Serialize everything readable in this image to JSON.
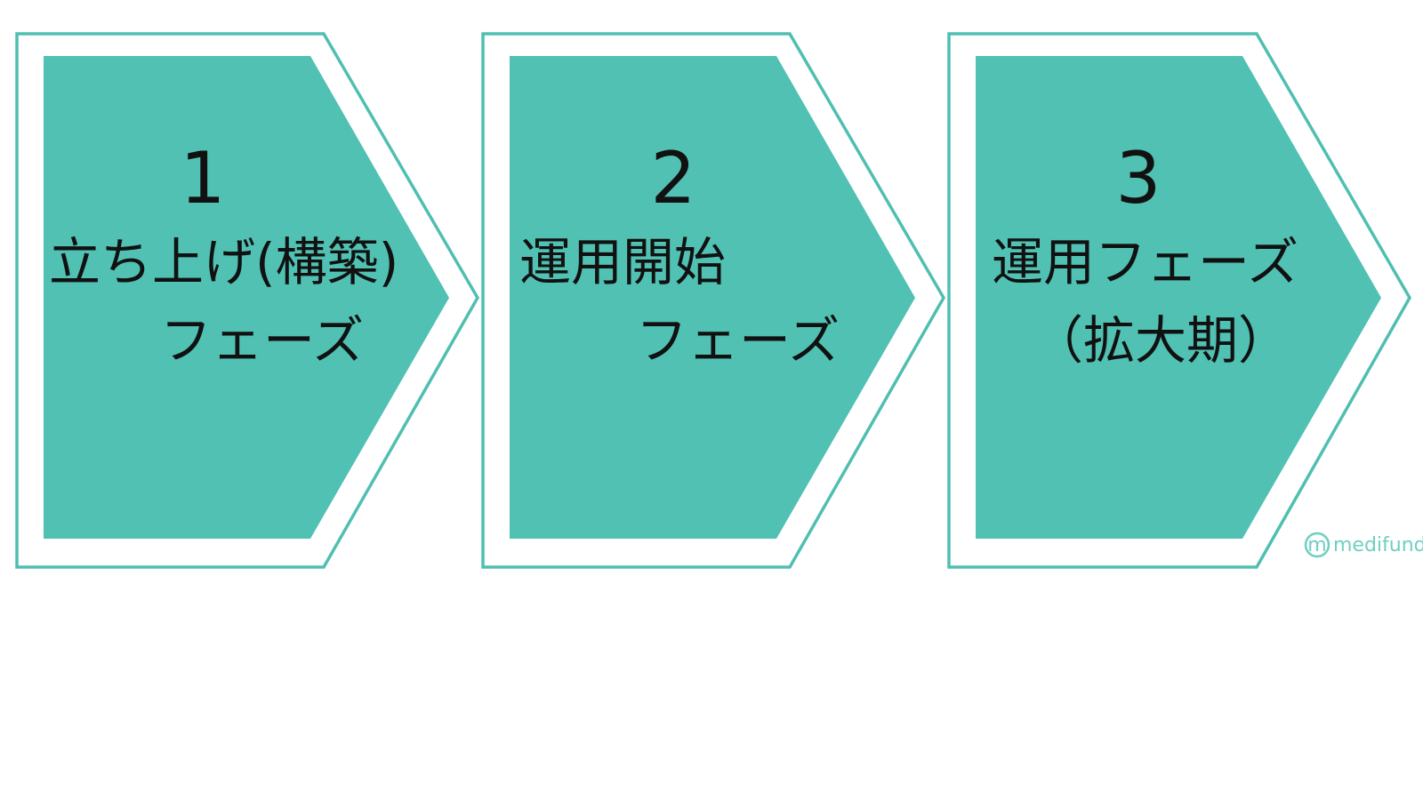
{
  "colors": {
    "teal_fill": "#50c1b3",
    "teal_outline": "#4fbfb1",
    "text": "#111111",
    "logo": "#6fcfc2"
  },
  "steps": [
    {
      "number": "1",
      "line1": "立ち上げ(構築)",
      "line2": "フェーズ"
    },
    {
      "number": "2",
      "line1": "運用開始",
      "line2": "フェーズ"
    },
    {
      "number": "3",
      "line1": "運用フェーズ",
      "line2": "（拡大期）"
    }
  ],
  "logo": {
    "icon_text": "m",
    "wordmark": "medifund"
  }
}
